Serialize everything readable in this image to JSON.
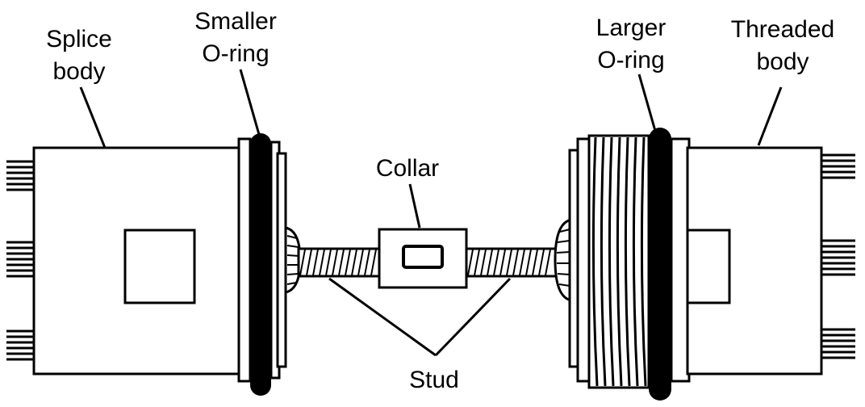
{
  "diagram": {
    "labels": {
      "splice_body_line1": "Splice",
      "splice_body_line2": "body",
      "smaller_oring_line1": "Smaller",
      "smaller_oring_line2": "O-ring",
      "collar": "Collar",
      "larger_oring_line1": "Larger",
      "larger_oring_line2": "O-ring",
      "threaded_body_line1": "Threaded",
      "threaded_body_line2": "body",
      "stud": "Stud"
    },
    "colors": {
      "ink": "#000000",
      "paper": "#ffffff"
    }
  }
}
